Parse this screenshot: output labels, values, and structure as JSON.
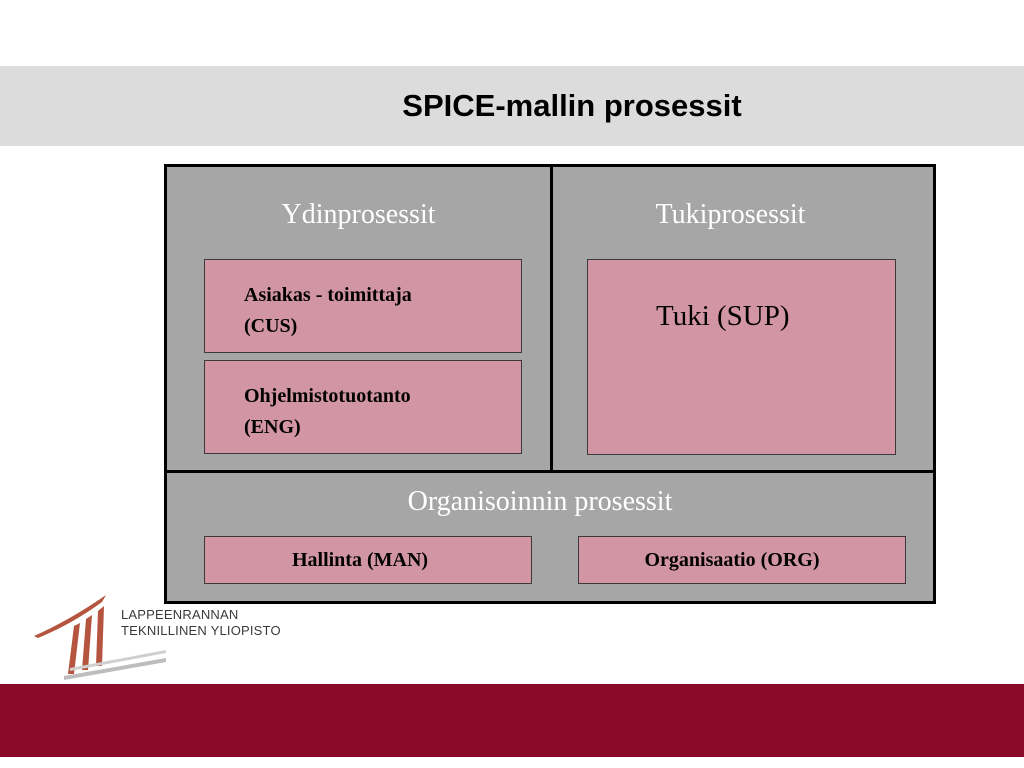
{
  "title": "SPICE-mallin prosessit",
  "diagram": {
    "core_label": "Ydinprosessit",
    "support_label": "Tukiprosessit",
    "org_label": "Organisoinnin prosessit",
    "boxes": {
      "cus_line1": "Asiakas - toimittaja",
      "cus_line2": "(CUS)",
      "eng_line1": "Ohjelmistotuotanto",
      "eng_line2": "(ENG)",
      "sup": "Tuki (SUP)",
      "man": "Hallinta (MAN)",
      "org": "Organisaatio (ORG)"
    }
  },
  "logo": {
    "line1": "LAPPEENRANNAN",
    "line2": "TEKNILLINEN YLIOPISTO"
  },
  "colors": {
    "box_fill": "#d295a3",
    "panel_fill": "#a6a6a6",
    "title_band": "#dcdcdc",
    "footer_band": "#8b0a2a"
  }
}
